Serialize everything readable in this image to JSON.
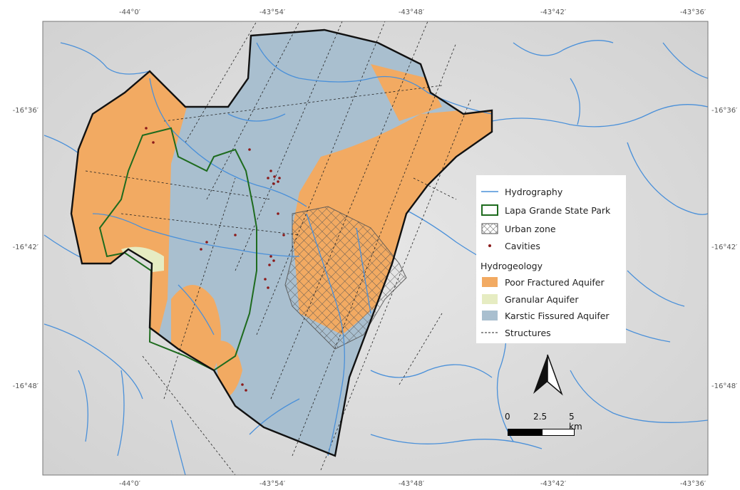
{
  "axes": {
    "longitude_ticks": [
      "-44°0′",
      "-43°54′",
      "-43°48′",
      "-43°42′",
      "-43°36′"
    ],
    "latitude_ticks": [
      "-16°36′",
      "-16°42′",
      "-16°48′"
    ]
  },
  "legend": {
    "items": [
      {
        "label": "Hydrography",
        "symbol": "line",
        "color": "#4a90d9"
      },
      {
        "label": "Lapa Grande State Park",
        "symbol": "outline",
        "color": "#1e6b1e"
      },
      {
        "label": "Urban zone",
        "symbol": "hatch",
        "color": "#555555"
      },
      {
        "label": "Cavities",
        "symbol": "dot",
        "color": "#8b1a1a"
      }
    ],
    "hydrogeology_heading": "Hydrogeology",
    "hydrogeology": [
      {
        "label": "Poor Fractured Aquifer",
        "color": "#f2aa62"
      },
      {
        "label": "Granular Aquifer",
        "color": "#e6ecc2"
      },
      {
        "label": "Karstic Fissured Aquifer",
        "color": "#a9bfcf"
      }
    ],
    "structures_label": "Structures"
  },
  "scale_bar": {
    "labels": [
      "0",
      "2.5",
      "5 km"
    ]
  },
  "north_arrow": {
    "icon": "north-arrow-icon"
  },
  "colors": {
    "terrain": "#dcdcdc",
    "basin_outline": "#111111",
    "river": "#4a90d9",
    "park": "#1e6b1e",
    "cavity": "#8b1a1a"
  }
}
